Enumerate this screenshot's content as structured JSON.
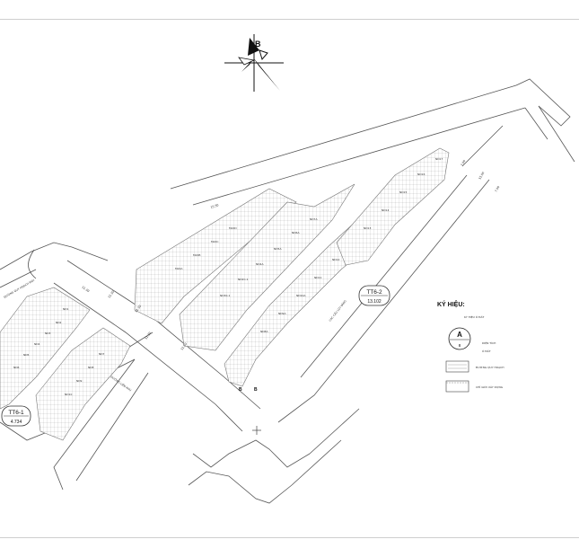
{
  "north_label": "B",
  "zones": [
    {
      "name": "TT6-1",
      "area": "4.734"
    },
    {
      "name": "TT6-2",
      "area": "13.102"
    }
  ],
  "legend": {
    "title": "KÝ HIỆU:",
    "symbol_caption": "KÝ HIỆU Ô ĐẤT",
    "symbol_letter": "A",
    "symbol_value": "8",
    "area_caption_1": "DIỆN TÍCH",
    "area_caption_2": "Ô ĐẤT",
    "item_road": "ĐƯỜNG QUY HOẠCH",
    "item_boundary": "CHỈ GIỚI XÂY DỰNG"
  },
  "road_labels": [
    "CÁC CẦU LỢI VÀNG",
    "ĐƯỜNG LIÊN KHU",
    "ĐƯỜNG QUY HOẠCH MỚI"
  ],
  "dimension_labels": [
    "11.30",
    "11.30",
    "11.30",
    "11.30",
    "11.30",
    "7.50",
    "15.50",
    "7.50",
    "15.50"
  ],
  "lot_codes": [
    "ND1",
    "ND2",
    "ND3",
    "ND4",
    "ND5",
    "ND6",
    "ND7",
    "ND8",
    "ND9",
    "ND10",
    "M22A",
    "M22B",
    "M22C",
    "M22D",
    "ND30-1",
    "ND2C-1",
    "ND4A",
    "ND5A",
    "ND6A",
    "ND7A",
    "ND8A",
    "ND9A",
    "ND10A",
    "ND11",
    "ND12",
    "ND13",
    "ND14",
    "ND15",
    "ND16",
    "ND17"
  ],
  "markers": [
    "B",
    "B"
  ]
}
